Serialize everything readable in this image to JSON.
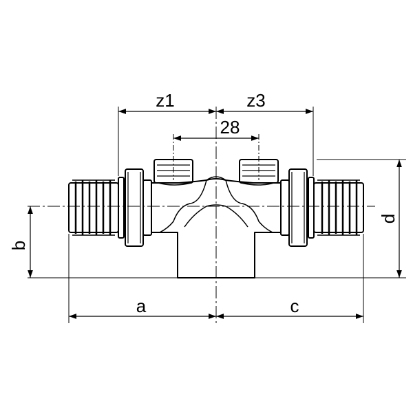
{
  "drawing": {
    "colors": {
      "line": "#000000",
      "background": "#ffffff"
    },
    "dimensions": {
      "z1": "z1",
      "z3": "z3",
      "center_distance": "28",
      "a": "a",
      "b": "b",
      "c": "c",
      "d": "d"
    }
  }
}
